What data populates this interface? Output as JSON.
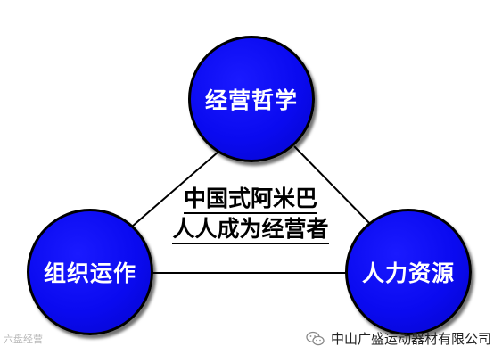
{
  "diagram": {
    "nodes": {
      "top": "经营哲学",
      "left": "组织运作",
      "right": "人力资源"
    },
    "center": {
      "line1": "中国式阿米巴",
      "line2": "人人成为经营者"
    }
  },
  "colors": {
    "node_fill": "#0a0af0",
    "node_border": "#000000",
    "node_text": "#ffffff",
    "edge": "#000000"
  },
  "watermark": {
    "left": "六盘经营",
    "right": "中山广盛运动器材有限公司",
    "right_icon": "wechat-icon"
  }
}
